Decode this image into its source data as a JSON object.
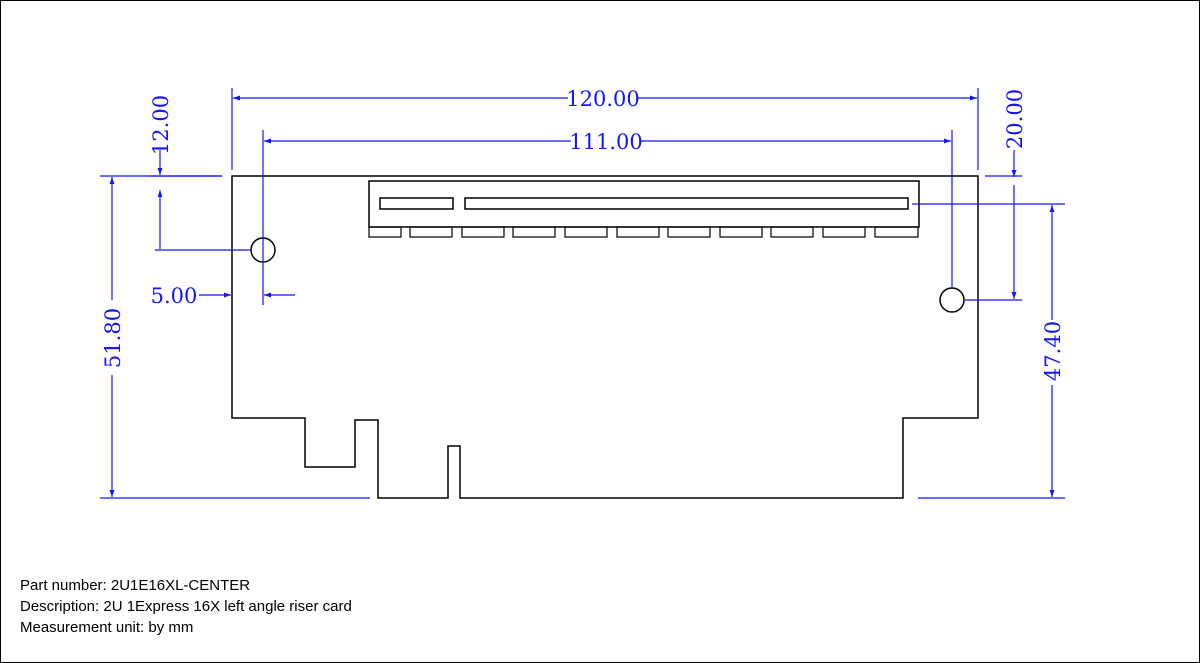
{
  "dimensions": {
    "width_overall": "120.00",
    "hole_span": "111.00",
    "hole_top_offset": "12.00",
    "hole_edge_offset": "5.00",
    "right_hole_offset": "20.00",
    "height_overall": "51.80",
    "height_to_slot": "47.40"
  },
  "info": {
    "part_number": "Part number: 2U1E16XL-CENTER",
    "description": "Description: 2U 1Express 16X left angle riser card",
    "unit": "Measurement unit: by mm"
  },
  "colors": {
    "dimension": "#1414ff",
    "outline": "#000000"
  }
}
